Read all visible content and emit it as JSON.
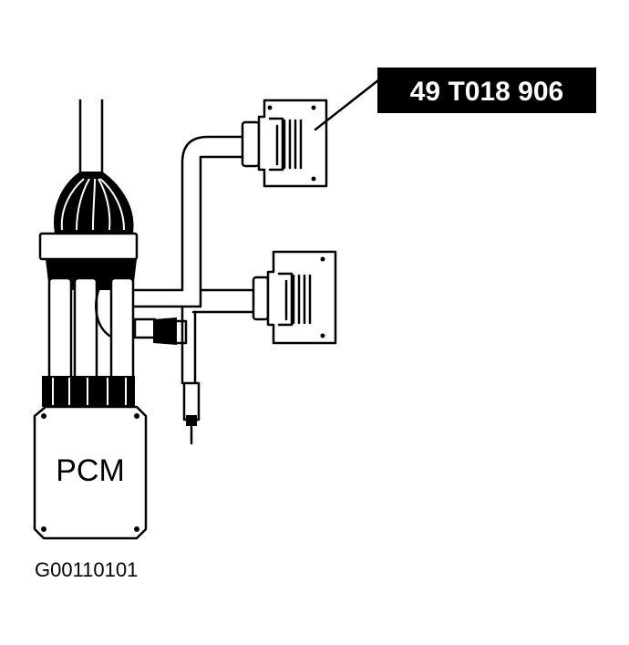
{
  "callout": {
    "label": "49 T018 906"
  },
  "pcm": {
    "label": "PCM"
  },
  "figure": {
    "id": "G00110101"
  },
  "colors": {
    "ink": "#000000",
    "background": "#ffffff",
    "callout_bg": "#000000",
    "callout_text": "#ffffff"
  }
}
